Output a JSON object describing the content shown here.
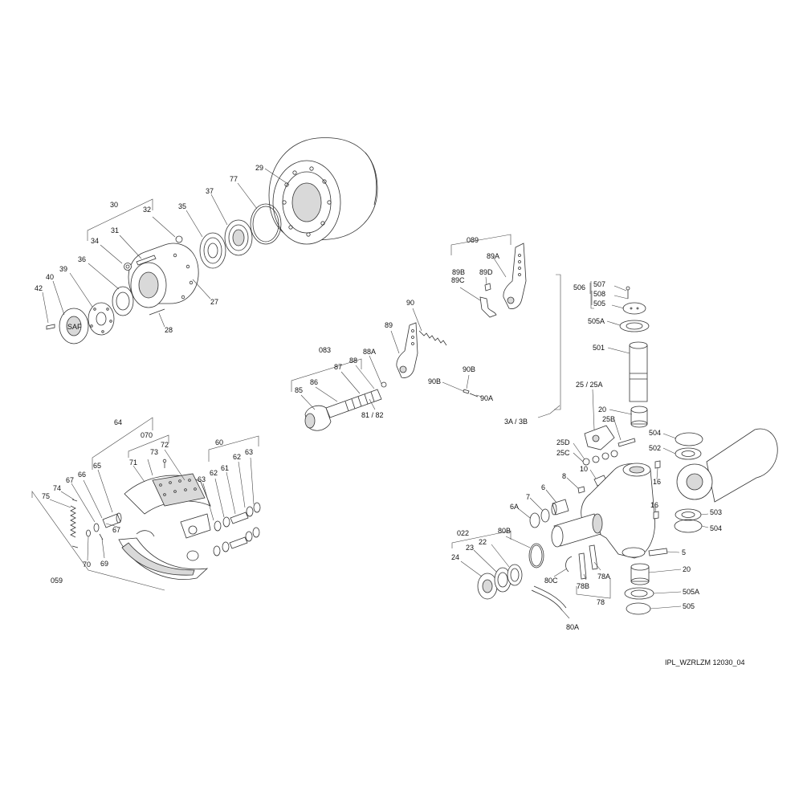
{
  "figure_reference": "IPL_WZRLZM 12030_04",
  "callouts": {
    "c29": "29",
    "c77": "77",
    "c37": "37",
    "c35": "35",
    "c32": "32",
    "c30": "30",
    "c31": "31",
    "c34": "34",
    "c36": "36",
    "c39": "39",
    "c40": "40",
    "c42": "42",
    "c27": "27",
    "c28": "28",
    "c089": "089",
    "c89A": "89A",
    "c89B": "89B",
    "c89C": "89C",
    "c89D": "89D",
    "c90": "90",
    "c89": "89",
    "c083": "083",
    "c88A": "88A",
    "c88": "88",
    "c87": "87",
    "c86": "86",
    "c85": "85",
    "c81_82": "81 / 82",
    "c90B_top": "90B",
    "c90B": "90B",
    "c90A": "90A",
    "c506": "506",
    "c507": "507",
    "c508": "508",
    "c505_top": "505",
    "c505A_top": "505A",
    "c501": "501",
    "c25_25A": "25 / 25A",
    "c20_top": "20",
    "c25B": "25B",
    "c3A_3B": "3A / 3B",
    "c25D": "25D",
    "c25C": "25C",
    "c504_top": "504",
    "c502": "502",
    "c10": "10",
    "c16_top": "16",
    "c8": "8",
    "c6": "6",
    "c7": "7",
    "c6A": "6A",
    "c16_mid": "16",
    "c503": "503",
    "c504_bot": "504",
    "c5": "5",
    "c20_bot": "20",
    "c505A_bot": "505A",
    "c505_bot": "505",
    "c022": "022",
    "c23": "23",
    "c22": "22",
    "c24": "24",
    "c80B": "80B",
    "c80C": "80C",
    "c78A": "78A",
    "c78B": "78B",
    "c78": "78",
    "c80A": "80A",
    "c64": "64",
    "c070": "070",
    "c72": "72",
    "c73": "73",
    "c71": "71",
    "c60": "60",
    "c63_right": "63",
    "c62_right": "62",
    "c61": "61",
    "c62_left": "62",
    "c63_left": "63",
    "c65": "65",
    "c66": "66",
    "c67_top": "67",
    "c74": "74",
    "c75": "75",
    "c67_bot": "67",
    "c69": "69",
    "c70": "70",
    "c059": "059"
  }
}
